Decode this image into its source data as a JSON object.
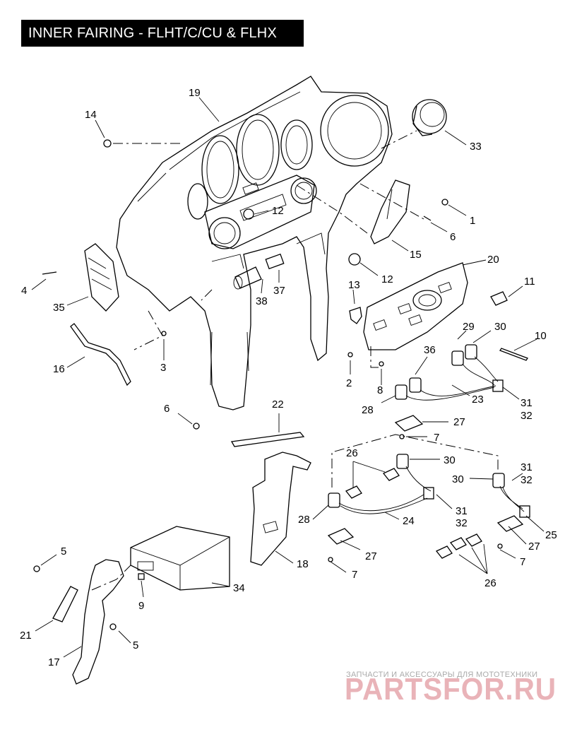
{
  "title": "INNER FAIRING - FLHT/C/CU & FLHX",
  "callouts": {
    "c19": "19",
    "c14": "14",
    "c33": "33",
    "c12a": "12",
    "c1": "1",
    "c6a": "6",
    "c15": "15",
    "c12b": "12",
    "c4": "4",
    "c35": "35",
    "c38": "38",
    "c37": "37",
    "c13": "13",
    "c20": "20",
    "c11": "11",
    "c16": "16",
    "c3": "3",
    "c10": "10",
    "c29": "29",
    "c30a": "30",
    "c36": "36",
    "c2": "2",
    "c8": "8",
    "c23": "23",
    "c31a": "31",
    "c32a": "32",
    "c28a": "28",
    "c27a": "27",
    "c7a": "7",
    "c6b": "6",
    "c22": "22",
    "c26a": "26",
    "c30b": "30",
    "c30c": "30",
    "c31b": "31",
    "c32b": "32",
    "c28b": "28",
    "c24": "24",
    "c31c": "31",
    "c32c": "32",
    "c25": "25",
    "c27b": "27",
    "c27c": "27",
    "c7b": "7",
    "c7c": "7",
    "c26b": "26",
    "c5a": "5",
    "c18": "18",
    "c34": "34",
    "c9": "9",
    "c21": "21",
    "c5b": "5",
    "c17": "17"
  },
  "watermark": {
    "tagline": "ЗАПЧАСТИ И АКСЕССУАРЫ ДЛЯ МОТОТЕХНИКИ",
    "logo": "PARTSFOR.RU"
  }
}
